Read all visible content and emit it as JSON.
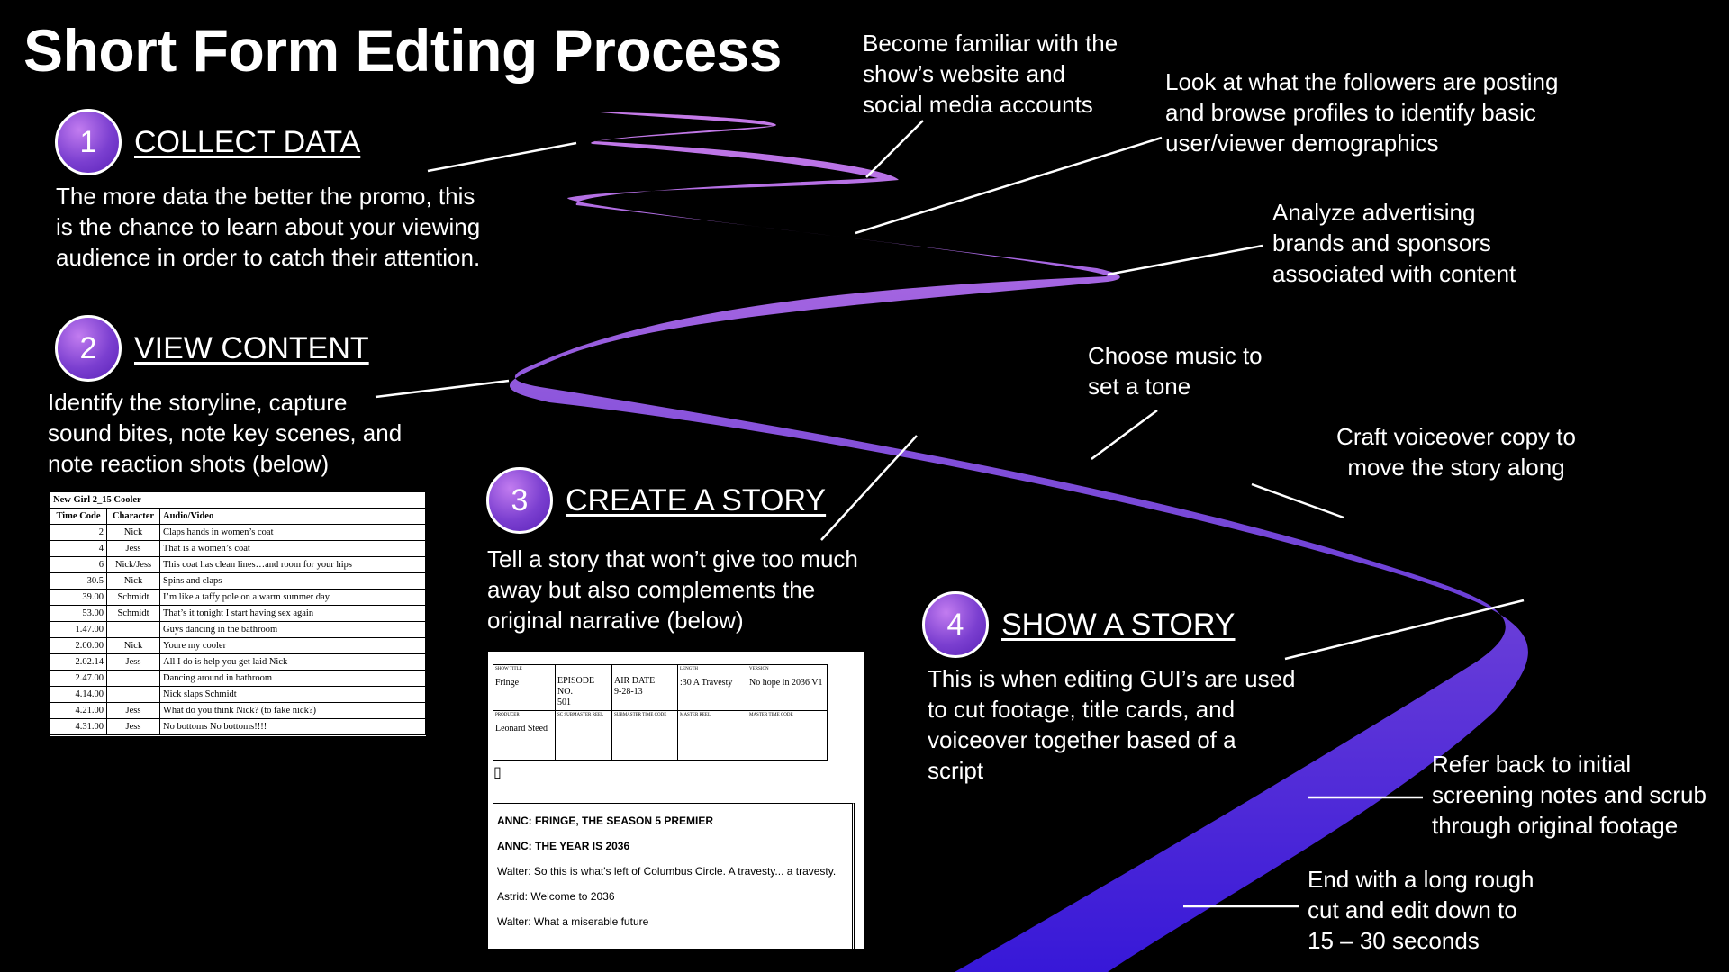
{
  "title": "Short Form Edting Process",
  "colors": {
    "road_top": "#c57ae8",
    "road_mid": "#7a4ad8",
    "road_bottom": "#3718d8",
    "step_circle": "#8a4de0"
  },
  "steps": [
    {
      "number": "1",
      "title": "COLLECT DATA",
      "description": "The more data the better the promo, this\nis the chance to learn about your viewing\naudience in order to catch their attention."
    },
    {
      "number": "2",
      "title": "VIEW CONTENT",
      "description": "Identify the storyline, capture\nsound bites, note key scenes, and\nnote reaction shots (below)"
    },
    {
      "number": "3",
      "title": "CREATE A STORY",
      "description": "Tell a story that won’t give too much\naway but also complements the\noriginal narrative (below)"
    },
    {
      "number": "4",
      "title": "SHOW A STORY",
      "description": "This is when editing GUI’s are used\nto cut footage, title cards, and\nvoiceover together based of a\nscript"
    }
  ],
  "notes": [
    "Become familiar with the\nshow’s website and\nsocial media accounts",
    "Look at what the followers are posting\nand browse profiles to identify basic\nuser/viewer demographics",
    "Analyze advertising\nbrands and sponsors\nassociated with content",
    "Choose music to\nset a tone",
    "Craft voiceover copy to\nmove the story along",
    "Refer back to initial\nscreening notes and scrub\nthrough original footage",
    "End with a long rough\ncut and edit down to\n15 – 30 seconds"
  ],
  "screening_notes": {
    "caption": "New Girl 2_15 Cooler",
    "headers": [
      "Time Code",
      "Character",
      "Audio/Video"
    ],
    "rows": [
      [
        "2",
        "Nick",
        "Claps hands in women’s coat"
      ],
      [
        "4",
        "Jess",
        "That is a women’s coat"
      ],
      [
        "6",
        "Nick/Jess",
        "This coat has clean lines…and room for your hips"
      ],
      [
        "30.5",
        "Nick",
        "Spins and claps"
      ],
      [
        "39.00",
        "Schmidt",
        "I’m like a taffy pole on a warm summer day"
      ],
      [
        "53.00",
        "Schmidt",
        "That’s it tonight I start having sex again"
      ],
      [
        "1.47.00",
        "",
        "Guys dancing in the bathroom"
      ],
      [
        "2.00.00",
        "Nick",
        "Youre my cooler"
      ],
      [
        "2.02.14",
        "Jess",
        "All I do is help you get laid Nick"
      ],
      [
        "2.47.00",
        "",
        "Dancing around in bathroom"
      ],
      [
        "4.14.00",
        "",
        "Nick slaps Schmidt"
      ],
      [
        "4.21.00",
        "Jess",
        "What do you think Nick? (to fake nick?)"
      ],
      [
        "4.31.00",
        "Jess",
        "No bottoms No bottoms!!!!"
      ]
    ]
  },
  "script_doc": {
    "show_title_label": "SHOW TITLE",
    "show_title": "Fringe",
    "episode_label": "EPISODE NO.",
    "episode": "501",
    "air_date_label": "AIR DATE",
    "air_date": "9-28-13",
    "length_label": "LENGTH",
    "length": ":30 A Travesty",
    "version_label": "VERSION",
    "version": "No hope in 2036 V1",
    "producer_label": "PRODUCER",
    "producer": "Leonard Steed",
    "sub_labels": [
      "SC SUBMASTER REEL",
      "SUBMASTER TIME CODE",
      "MASTER REEL",
      "MASTER TIME CODE"
    ],
    "glyph": "▯",
    "lines": [
      {
        "text": "ANNC: FRINGE, THE SEASON 5 PREMIER",
        "bold": true
      },
      {
        "text": "ANNC: THE YEAR IS 2036",
        "bold": true
      },
      {
        "text": "Walter: So this is what's left of Columbus Circle. A travesty... a travesty.",
        "bold": false
      },
      {
        "text": "Astrid: Welcome to 2036",
        "bold": false
      },
      {
        "text": "Walter: What a miserable future",
        "bold": false
      }
    ]
  }
}
